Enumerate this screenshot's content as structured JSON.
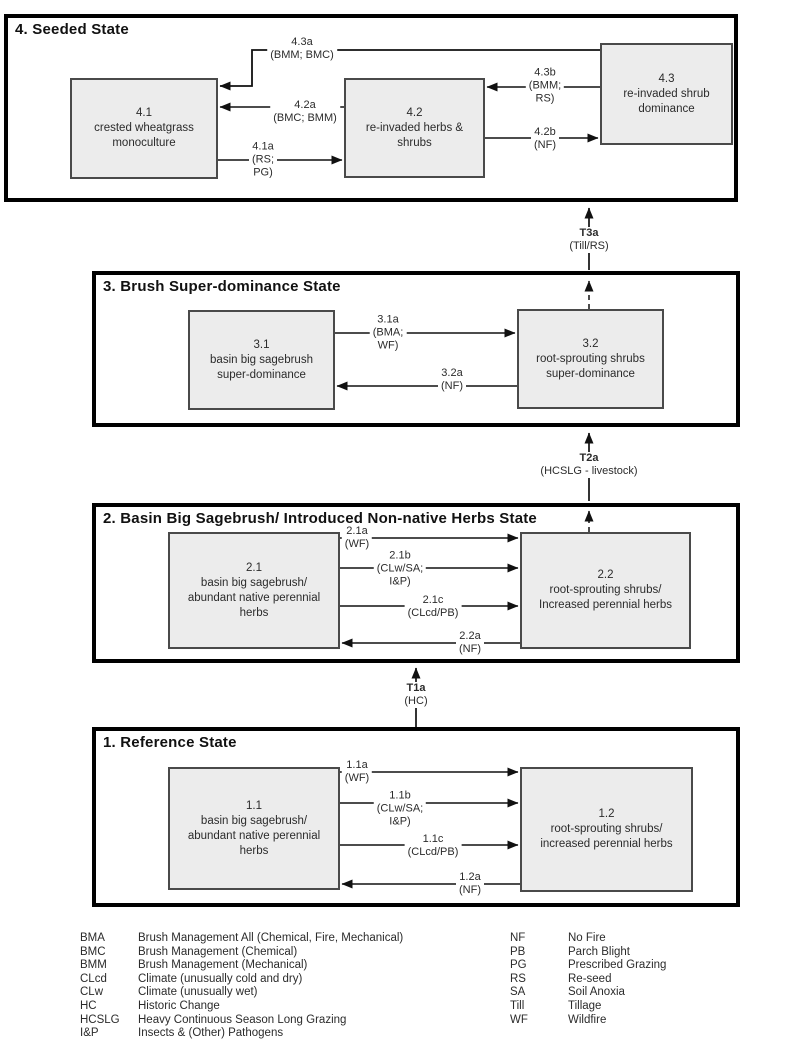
{
  "diagram": {
    "state4": {
      "title": "4. Seeded State",
      "box41": {
        "num": "4.1",
        "name": "crested wheatgrass\nmonoculture"
      },
      "box42": {
        "num": "4.2",
        "name": "re-invaded herbs &\nshrubs"
      },
      "box43": {
        "num": "4.3",
        "name": "re-invaded shrub\ndominance"
      },
      "a43a": [
        "4.3a",
        "(BMM; BMC)"
      ],
      "a42a": [
        "4.2a",
        "(BMC; BMM)"
      ],
      "a41a": [
        "4.1a",
        "(RS;",
        "PG)"
      ],
      "a43b": [
        "4.3b",
        "(BMM;",
        "RS)"
      ],
      "a42b": [
        "4.2b",
        "(NF)"
      ]
    },
    "t3a": [
      "T3a",
      "(Till/RS)"
    ],
    "state3": {
      "title": "3. Brush Super-dominance State",
      "box31": {
        "num": "3.1",
        "name": "basin big sagebrush\nsuper-dominance"
      },
      "box32": {
        "num": "3.2",
        "name": "root-sprouting shrubs\nsuper-dominance"
      },
      "a31a": [
        "3.1a",
        "(BMA;",
        "WF)"
      ],
      "a32a": [
        "3.2a",
        "(NF)"
      ]
    },
    "t2a": [
      "T2a",
      "(HCSLG - livestock)"
    ],
    "state2": {
      "title": "2. Basin Big Sagebrush/ Introduced Non-native Herbs State",
      "box21": {
        "num": "2.1",
        "name": "basin big sagebrush/\nabundant native perennial\nherbs"
      },
      "box22": {
        "num": "2.2",
        "name": "root-sprouting shrubs/\nIncreased perennial herbs"
      },
      "a21a": [
        "2.1a",
        "(WF)"
      ],
      "a21b": [
        "2.1b",
        "(CLw/SA;",
        "I&P)"
      ],
      "a21c": [
        "2.1c",
        "(CLcd/PB)"
      ],
      "a22a": [
        "2.2a",
        "(NF)"
      ]
    },
    "t1a": [
      "T1a",
      "(HC)"
    ],
    "state1": {
      "title": "1. Reference State",
      "box11": {
        "num": "1.1",
        "name": "basin big sagebrush/\nabundant native perennial\nherbs"
      },
      "box12": {
        "num": "1.2",
        "name": "root-sprouting shrubs/\nincreased perennial herbs"
      },
      "a11a": [
        "1.1a",
        "(WF)"
      ],
      "a11b": [
        "1.1b",
        "(CLw/SA;",
        "I&P)"
      ],
      "a11c": [
        "1.1c",
        "(CLcd/PB)"
      ],
      "a12a": [
        "1.2a",
        "(NF)"
      ]
    },
    "line_color": "#111111",
    "box_fill": "#ececec"
  },
  "legend": {
    "left": [
      {
        "abbr": "BMA",
        "def": "Brush Management All (Chemical, Fire, Mechanical)"
      },
      {
        "abbr": "BMC",
        "def": "Brush Management (Chemical)"
      },
      {
        "abbr": "BMM",
        "def": "Brush Management (Mechanical)"
      },
      {
        "abbr": "CLcd",
        "def": "Climate (unusually cold and dry)"
      },
      {
        "abbr": "CLw",
        "def": "Climate (unusually wet)"
      },
      {
        "abbr": "HC",
        "def": "Historic Change"
      },
      {
        "abbr": "HCSLG",
        "def": "Heavy Continuous Season Long Grazing"
      },
      {
        "abbr": "I&P",
        "def": "Insects & (Other) Pathogens"
      }
    ],
    "right": [
      {
        "abbr": "NF",
        "def": "No Fire"
      },
      {
        "abbr": "PB",
        "def": "Parch Blight"
      },
      {
        "abbr": "PG",
        "def": "Prescribed Grazing"
      },
      {
        "abbr": "RS",
        "def": "Re-seed"
      },
      {
        "abbr": "SA",
        "def": "Soil Anoxia"
      },
      {
        "abbr": "Till",
        "def": "Tillage"
      },
      {
        "abbr": "WF",
        "def": "Wildfire"
      }
    ]
  }
}
